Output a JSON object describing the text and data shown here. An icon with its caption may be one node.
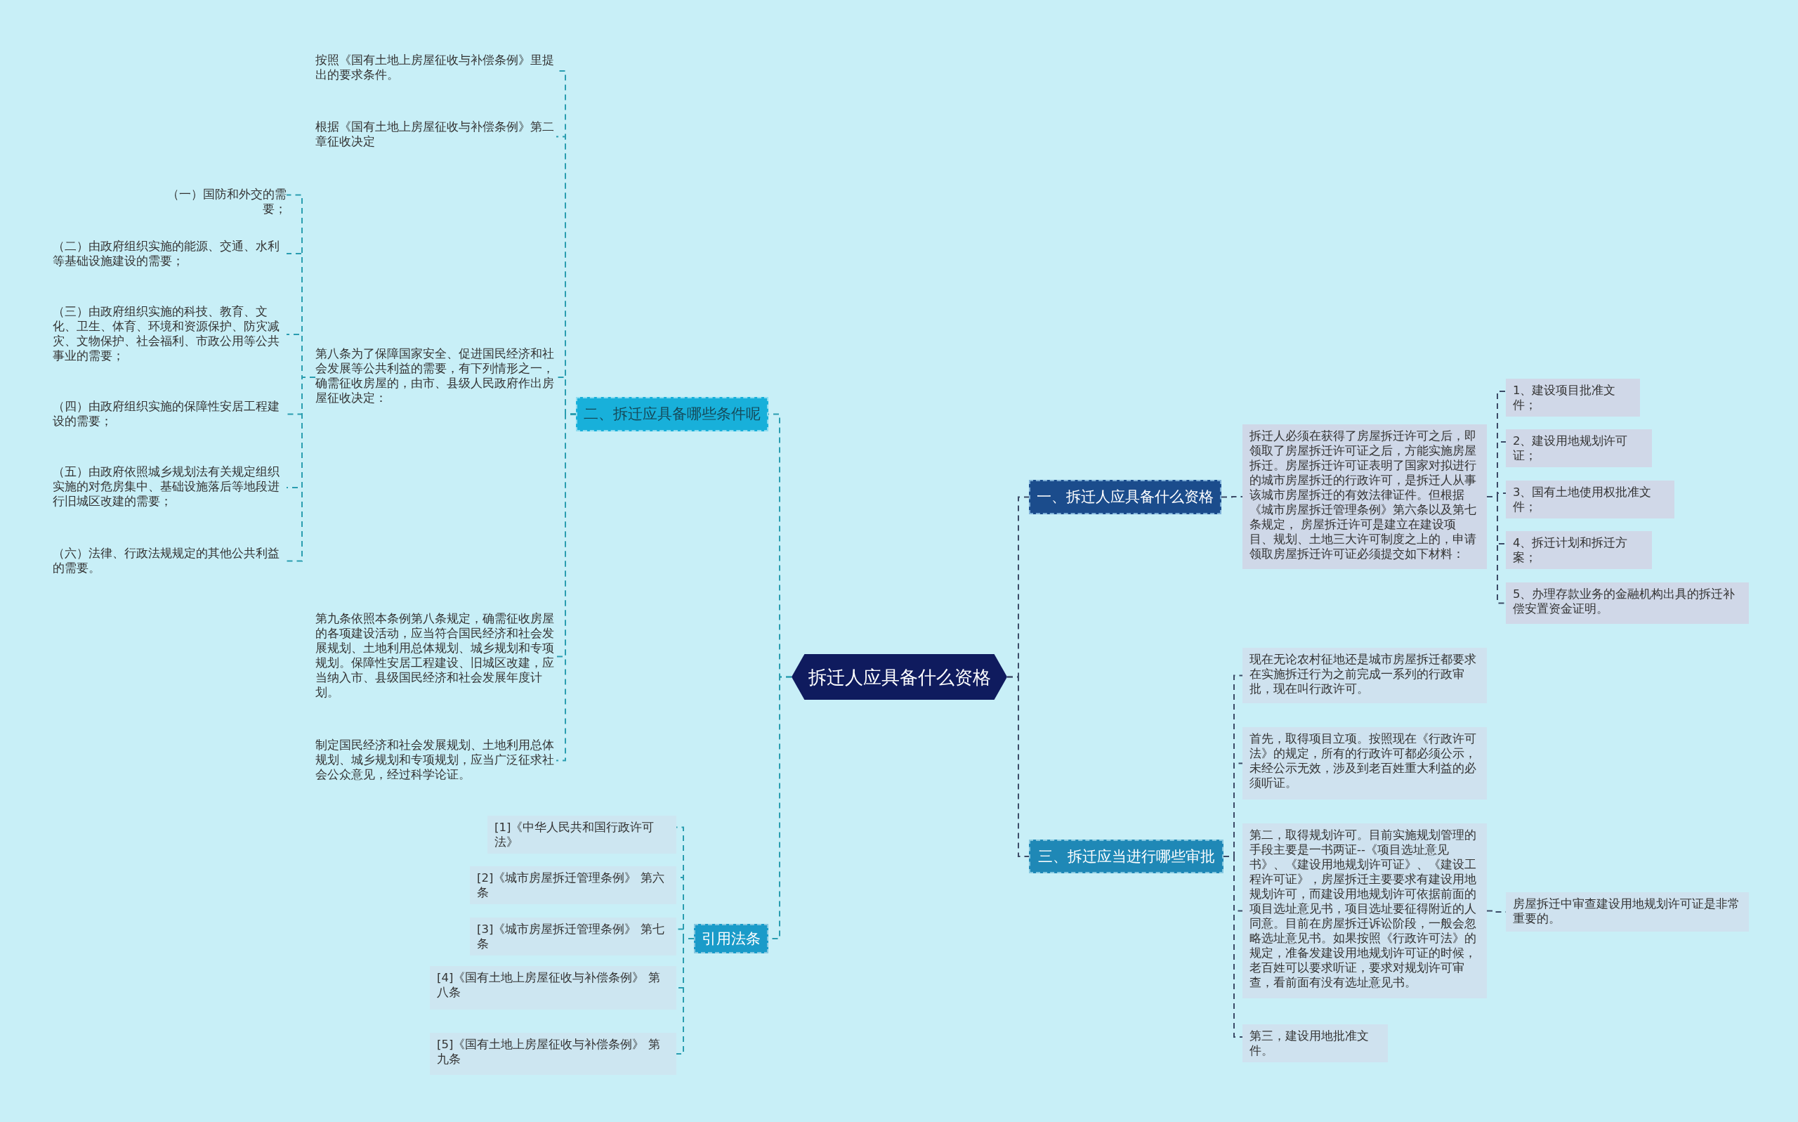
{
  "diagram": {
    "nodes": [
      {
        "text": [
          "拆迁人应具备什么资格"
        ]
      },
      {
        "text": [
          "一、拆迁人应具备什么资格"
        ]
      },
      {
        "text": [
          "拆迁人必须在获得了房屋拆迁许可之后，即领取了房屋拆迁许可证之后，方能实施房屋拆迁。房屋拆迁许可证表明了国家对拟进行的城市房屋拆迁的行政许可，是拆迁人从事该城市房屋拆迁的有效法律证件。但根据《城市房屋拆迁管理条例》第六条以及第七条规定， 房屋拆迁许可是建立在建设项目、规划、土地三大许可制度之上的，申请领取房屋拆迁许可证必须提交如下材料："
        ]
      },
      {
        "text": [
          "1、建设项目批准文件；"
        ]
      },
      {
        "text": [
          "2、建设用地规划许可证；"
        ]
      },
      {
        "text": [
          "3、国有土地使用权批准文件；"
        ]
      },
      {
        "text": [
          "4、拆迁计划和拆迁方案；"
        ]
      },
      {
        "text": [
          "5、办理存款业务的金融机构出具的拆迁补偿安置资金证明。"
        ]
      },
      {
        "text": [
          "三、拆迁应当进行哪些审批"
        ]
      },
      {
        "text": [
          "现在无论农村征地还是城市房屋拆迁都要求在实施拆迁行为之前完成一系列的行政审批，现在叫行政许可。"
        ]
      },
      {
        "text": [
          "首先，取得项目立项。按照现在《行政许可法》的规定，所有的行政许可都必须公示，未经公示无效，涉及到老百姓重大利益的必须听证。"
        ]
      },
      {
        "text": [
          "第二，取得规划许可。目前实施规划管理的手段主要是一书两证--《项目选址意见书》、《建设用地规划许可证》、《建设工程许可证》，房屋拆迁主要要求有建设用地规划许可，而建设用地规划许可依据前面的项目选址意见书，项目选址要征得附近的人同意。目前在房屋拆迁诉讼阶段，一般会忽略选址意见书。如果按照《行政许可法》的规定，准备发建设用地规划许可证的时候，老百姓可以要求听证，要求对规划许可审查，看前面有没有选址意见书。"
        ]
      },
      {
        "text": [
          "房屋拆迁中审查建设用地规划许可证是非常重要的。"
        ]
      },
      {
        "text": [
          "第三，建设用地批准文件。"
        ]
      },
      {
        "text": [
          "二、拆迁应具备哪些条件呢"
        ]
      },
      {
        "text": [
          "按照《国有土地上房屋征收与补偿条例》里提出的要求条件。"
        ]
      },
      {
        "text": [
          "根据《国有土地上房屋征收与补偿条例》第二章征收决定"
        ]
      },
      {
        "text": [
          "第八条为了保障国家安全、促进国民经济和社会发展等公共利益的需要，有下列情形之一，确需征收房屋的，由市、县级人民政府作出房屋征收决定："
        ]
      },
      {
        "text": [
          "（一）国防和外交的需要；"
        ]
      },
      {
        "text": [
          "（二）由政府组织实施的能源、交通、水利等基础设施建设的需要；"
        ]
      },
      {
        "text": [
          "（三）由政府组织实施的科技、教育、文化、卫生、体育、环境和资源保护、防灾减灾、文物保护、社会福利、市政公用等公共事业的需要；"
        ]
      },
      {
        "text": [
          "（四）由政府组织实施的保障性安居工程建设的需要；"
        ]
      },
      {
        "text": [
          "（五）由政府依照城乡规划法有关规定组织实施的对危房集中、基础设施落后等地段进行旧城区改建的需要；"
        ]
      },
      {
        "text": [
          "（六）法律、行政法规规定的其他公共利益的需要。"
        ]
      },
      {
        "text": [
          "第九条依照本条例第八条规定，确需征收房屋的各项建设活动，应当符合国民经济和社会发展规划、土地利用总体规划、城乡规划和专项规划。保障性安居工程建设、旧城区改建，应当纳入市、县级国民经济和社会发展年度计划。"
        ]
      },
      {
        "text": [
          "制定国民经济和社会发展规划、土地利用总体规划、城乡规划和专项规划，应当广泛征求社会公众意见，经过科学论证。"
        ]
      },
      {
        "text": [
          "引用法条"
        ]
      },
      {
        "text": [
          "[1]《中华人民共和国行政许可法》"
        ]
      },
      {
        "text": [
          "[2]《城市房屋拆迁管理条例》 第六条"
        ]
      },
      {
        "text": [
          "[3]《城市房屋拆迁管理条例》 第七条"
        ]
      },
      {
        "text": [
          "[4]《国有土地上房屋征收与补偿条例》 第八条"
        ]
      },
      {
        "text": [
          "[5]《国有土地上房屋征收与补偿条例》 第九条"
        ]
      }
    ],
    "edges": [
      {
        "from": 0,
        "to": 1,
        "arrow": "none",
        "style": "dashed",
        "color": "#3c4a66"
      },
      {
        "from": 1,
        "to": 2,
        "arrow": "none",
        "style": "dashed",
        "color": "#3c4a66"
      },
      {
        "from": 2,
        "to": 3,
        "arrow": "none",
        "style": "dashed",
        "color": "#3c4a66"
      },
      {
        "from": 2,
        "to": 4,
        "arrow": "none",
        "style": "dashed",
        "color": "#3c4a66"
      },
      {
        "from": 2,
        "to": 5,
        "arrow": "none",
        "style": "dashed",
        "color": "#3c4a66"
      },
      {
        "from": 2,
        "to": 6,
        "arrow": "none",
        "style": "dashed",
        "color": "#3c4a66"
      },
      {
        "from": 2,
        "to": 7,
        "arrow": "none",
        "style": "dashed",
        "color": "#3c4a66"
      },
      {
        "from": 0,
        "to": 8,
        "arrow": "none",
        "style": "dashed",
        "color": "#3c4a66"
      },
      {
        "from": 8,
        "to": 9,
        "arrow": "none",
        "style": "dashed",
        "color": "#3c4a66"
      },
      {
        "from": 8,
        "to": 10,
        "arrow": "none",
        "style": "dashed",
        "color": "#3c4a66"
      },
      {
        "from": 8,
        "to": 11,
        "arrow": "none",
        "style": "dashed",
        "color": "#3c4a66"
      },
      {
        "from": 11,
        "to": 12,
        "arrow": "none",
        "style": "dashed",
        "color": "#3c4a66"
      },
      {
        "from": 8,
        "to": 13,
        "arrow": "none",
        "style": "dashed",
        "color": "#3c4a66"
      },
      {
        "from": 0,
        "to": 14,
        "arrow": "none",
        "style": "dashed"
      },
      {
        "from": 14,
        "to": 15,
        "arrow": "none",
        "style": "dashed"
      },
      {
        "from": 14,
        "to": 16,
        "arrow": "none",
        "style": "dashed"
      },
      {
        "from": 14,
        "to": 17,
        "arrow": "none",
        "style": "dashed"
      },
      {
        "from": 17,
        "to": 18,
        "arrow": "none",
        "style": "dashed"
      },
      {
        "from": 17,
        "to": 19,
        "arrow": "none",
        "style": "dashed"
      },
      {
        "from": 17,
        "to": 20,
        "arrow": "none",
        "style": "dashed"
      },
      {
        "from": 17,
        "to": 21,
        "arrow": "none",
        "style": "dashed"
      },
      {
        "from": 17,
        "to": 22,
        "arrow": "none",
        "style": "dashed"
      },
      {
        "from": 17,
        "to": 23,
        "arrow": "none",
        "style": "dashed"
      },
      {
        "from": 14,
        "to": 24,
        "arrow": "none",
        "style": "dashed"
      },
      {
        "from": 14,
        "to": 25,
        "arrow": "none",
        "style": "dashed"
      },
      {
        "from": 0,
        "to": 26,
        "arrow": "none",
        "style": "dashed"
      },
      {
        "from": 26,
        "to": 27,
        "arrow": "none",
        "style": "dashed"
      },
      {
        "from": 26,
        "to": 28,
        "arrow": "none",
        "style": "dashed"
      },
      {
        "from": 26,
        "to": 29,
        "arrow": "none",
        "style": "dashed"
      },
      {
        "from": 26,
        "to": 30,
        "arrow": "none",
        "style": "dashed"
      },
      {
        "from": 26,
        "to": 31,
        "arrow": "none",
        "style": "dashed"
      }
    ]
  }
}
